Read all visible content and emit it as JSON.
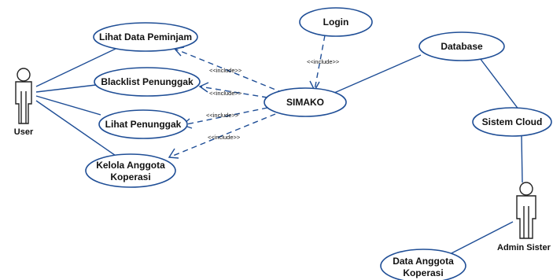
{
  "actors": {
    "user": "User",
    "admin": "Admin Sister"
  },
  "use_cases": {
    "lihat_data_peminjam": "Lihat Data Peminjam",
    "blacklist_penunggak": "Blacklist Penunggak",
    "lihat_penunggak": "Lihat Penunggak",
    "kelola_anggota_line1": "Kelola Anggota",
    "kelola_anggota_line2": "Koperasi",
    "login": "Login",
    "simako": "SIMAKO",
    "database": "Database",
    "sistem_cloud": "Sistem Cloud",
    "data_anggota_line1": "Data Anggota",
    "data_anggota_line2": "Koperasi"
  },
  "relations": {
    "include_login": "<<include>>",
    "include_lihat_data": "<<include>>",
    "include_blacklist": "<<include>>",
    "include_lihat_penunggak": "<<include>>'",
    "include_kelola": "<<include>>"
  },
  "colors": {
    "line": "#1f4e96",
    "text": "#111111"
  }
}
